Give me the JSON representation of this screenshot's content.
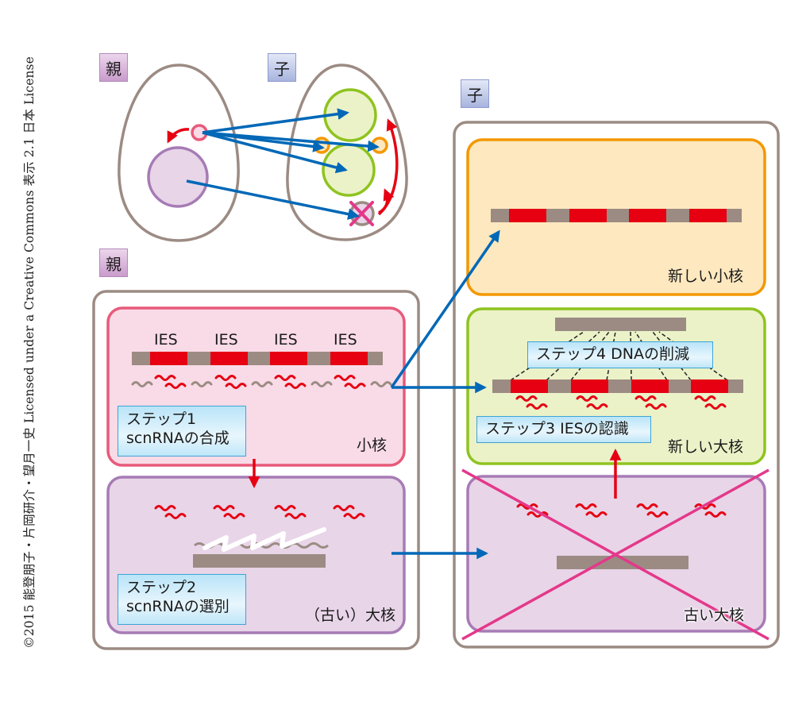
{
  "copyright": "©2015 能登朋子・片岡研介・望月一史 Licensed under a Creative Commons 表示 2.1 日本 License",
  "tags": {
    "parent_top": "親",
    "child_top": "子",
    "parent_bottom": "親",
    "child_right": "子"
  },
  "parent_panel": {
    "micronucleus": {
      "label": "小核",
      "ies_labels": [
        "IES",
        "IES",
        "IES",
        "IES"
      ],
      "step": {
        "line1": "ステップ1",
        "line2": "scnRNAの合成"
      }
    },
    "old_macronucleus": {
      "label": "（古い）大核",
      "step": {
        "line1": "ステップ2",
        "line2": "scnRNAの選別"
      }
    }
  },
  "child_panel": {
    "new_micronucleus": {
      "label": "新しい小核"
    },
    "new_macronucleus": {
      "label": "新しい大核",
      "step4": "ステップ4 DNAの削減",
      "step3": "ステップ3 IESの認識"
    },
    "old_macronucleus": {
      "label": "古い大核",
      "status": "degraded"
    }
  },
  "colors": {
    "dna_gray": "#9c8b83",
    "ies_red": "#e60012",
    "arrow_blue": "#0068b7",
    "arrow_red": "#e60012",
    "cross_pink": "#e4388a",
    "cell_outline": "#9c8b83",
    "mic_border": "#e85a7a",
    "mic_fill": "#f9dbe7",
    "mac_border": "#a67bb5",
    "mac_fill": "#e8d5e8",
    "new_mic_border": "#f39800",
    "new_mic_fill": "#fde8bf",
    "new_mac_border": "#8fc31f",
    "new_mac_fill": "#ebf2c8"
  }
}
